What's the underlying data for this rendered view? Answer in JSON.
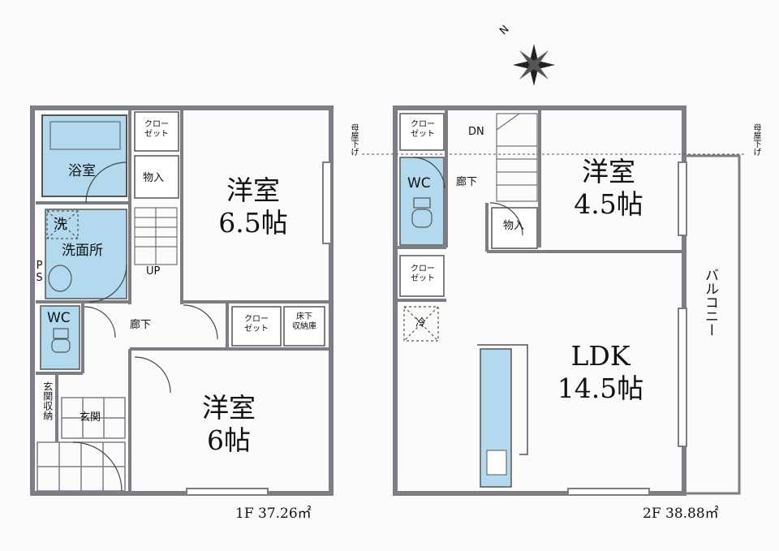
{
  "floor1": {
    "area_label": "1F  37.26㎡",
    "rooms": {
      "bath": "浴室",
      "closet_a": "クロー\nゼット",
      "storage_a": "物入",
      "western_big": "洋室",
      "western_big_size": "6.5帖",
      "wash_mark": "洗",
      "washroom": "洗面所",
      "ps": "PS",
      "up": "UP",
      "wc": "WC",
      "hallway": "廊下",
      "closet_b": "クロー\nゼット",
      "underfloor": "床下\n収納庫",
      "genkan_storage": "玄関収納",
      "genkan": "玄関",
      "western_small": "洋室",
      "western_small_size": "6帖"
    }
  },
  "floor2": {
    "area_label": "2F  38.88㎡",
    "rooms": {
      "closet_a": "クロー\nゼット",
      "dn": "DN",
      "wc": "WC",
      "hallway": "廊下",
      "western": "洋室",
      "western_size": "4.5帖",
      "storage": "物入",
      "closet_b": "クロー\nゼット",
      "fridge": "冷",
      "ldk": "LDK",
      "ldk_size": "14.5帖",
      "balcony": "バルコニー"
    }
  },
  "annotations": {
    "eaves_left": "母屋下げ",
    "eaves_right": "母屋下げ",
    "north": "N"
  },
  "colors": {
    "wall": "#7d7d86",
    "wet_area": "#b3d9ee",
    "outline": "#33333a"
  }
}
